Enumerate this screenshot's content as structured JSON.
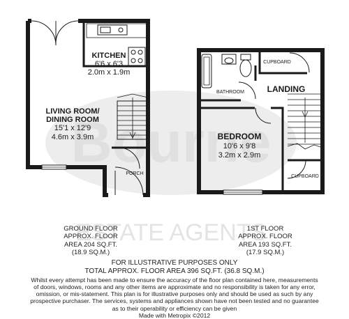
{
  "watermark": {
    "brand": "Bourne",
    "tagline": "ESTATE AGENTS"
  },
  "ground_floor": {
    "kitchen": {
      "name": "KITCHEN",
      "imperial": "6'6 x 6'3",
      "metric": "2.0m x 1.9m"
    },
    "living_room": {
      "name_line1": "LIVING ROOM/",
      "name_line2": "DINING ROOM",
      "imperial": "15'1 x 12'9",
      "metric": "4.6m x 3.9m"
    },
    "porch": {
      "name": "PORCH"
    },
    "caption": {
      "line1": "GROUND FLOOR",
      "line2": "APPROX. FLOOR",
      "line3": "AREA 204 SQ.FT.",
      "line4": "(18.9 SQ.M.)"
    }
  },
  "first_floor": {
    "cupboard_top": {
      "name": "CUPBOARD"
    },
    "bathroom": {
      "name": "BATHROOM"
    },
    "landing": {
      "name": "LANDING"
    },
    "bedroom": {
      "name": "BEDROOM",
      "imperial": "10'6 x 9'8",
      "metric": "3.2m x 2.9m"
    },
    "cupboard_bottom": {
      "name": "CUPBOARD"
    },
    "caption": {
      "line1": "1ST FLOOR",
      "line2": "APPROX. FLOOR",
      "line3": "AREA 193 SQ.FT.",
      "line4": "(17.9 SQ.M.)"
    }
  },
  "footer": {
    "illustrative": "FOR ILLUSTRATIVE PURPOSES ONLY",
    "total_area": "TOTAL APPROX. FLOOR AREA 396 SQ.FT. (36.8 SQ.M.)",
    "disclaimer_lines": [
      "Whilst every attempt has been made to ensure the accuracy of the floor plan contained here, measurements",
      "of doors, windows, rooms and any other items are approximate and no responsibility is taken for any error,",
      "omission, or mis-statement. This plan is for illustrative purposes only and should be used as such by any",
      "prospective purchaser. The services, systems and appliances shown have not been tested and no guarantee",
      "as to their operability or efficiency can be given"
    ],
    "credit": "Made with Metropix ©2012"
  }
}
